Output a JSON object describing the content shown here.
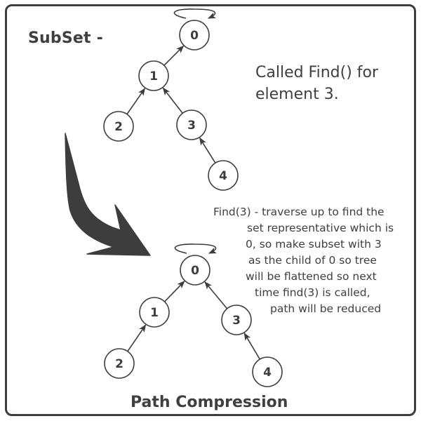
{
  "titles": {
    "subset": "SubSet -",
    "path_compression": "Path Compression"
  },
  "top_note": {
    "line1": "Called Find() for",
    "line2": "element 3."
  },
  "explanation": {
    "lines": [
      "Find(3) - traverse up to find the",
      "set representative which is",
      "0, so make subset with 3",
      "as the child of 0 so tree",
      "will be flattened so next",
      "time find(3) is called,",
      "path will be reduced"
    ]
  },
  "trees": {
    "before": {
      "nodes": [
        "0",
        "1",
        "2",
        "3",
        "4"
      ],
      "edges": [
        [
          "1",
          "0"
        ],
        [
          "2",
          "1"
        ],
        [
          "3",
          "1"
        ],
        [
          "4",
          "3"
        ]
      ],
      "root": "0",
      "self_loop": "0"
    },
    "after": {
      "nodes": [
        "0",
        "1",
        "2",
        "3",
        "4"
      ],
      "edges": [
        [
          "1",
          "0"
        ],
        [
          "2",
          "1"
        ],
        [
          "3",
          "0"
        ],
        [
          "4",
          "3"
        ]
      ],
      "root": "0",
      "self_loop": "0"
    }
  },
  "colors": {
    "stroke": "#3d3d3d",
    "text": "#3f3f3f",
    "background": "#ffffff"
  },
  "icons": {
    "transition_arrow": "curved-down-right-arrow"
  }
}
